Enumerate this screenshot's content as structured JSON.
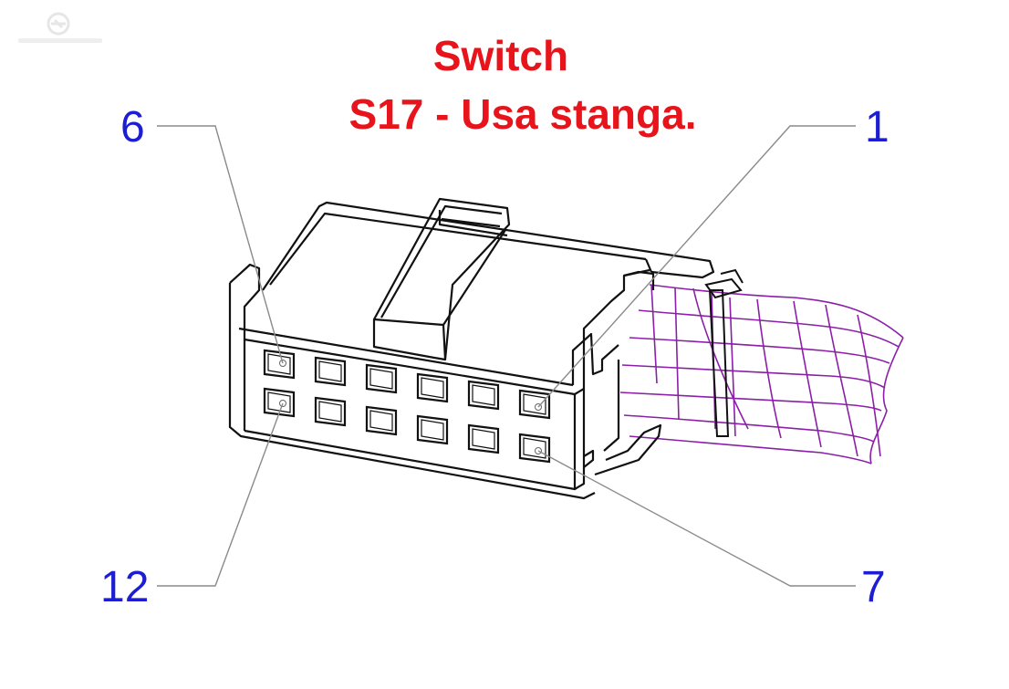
{
  "title": {
    "line1": "Switch",
    "line2": "S17 - Usa stanga."
  },
  "pin_labels": {
    "top_left": "6",
    "top_right": "1",
    "bottom_left": "12",
    "bottom_right": "7"
  },
  "colors": {
    "title": "#e8141b",
    "pin_label": "#1d1dd4",
    "wire": "#8b1fa8",
    "outline": "#111111",
    "leader": "#8a8a8a"
  },
  "watermark": {
    "icon": "clubopel-logo-icon"
  }
}
